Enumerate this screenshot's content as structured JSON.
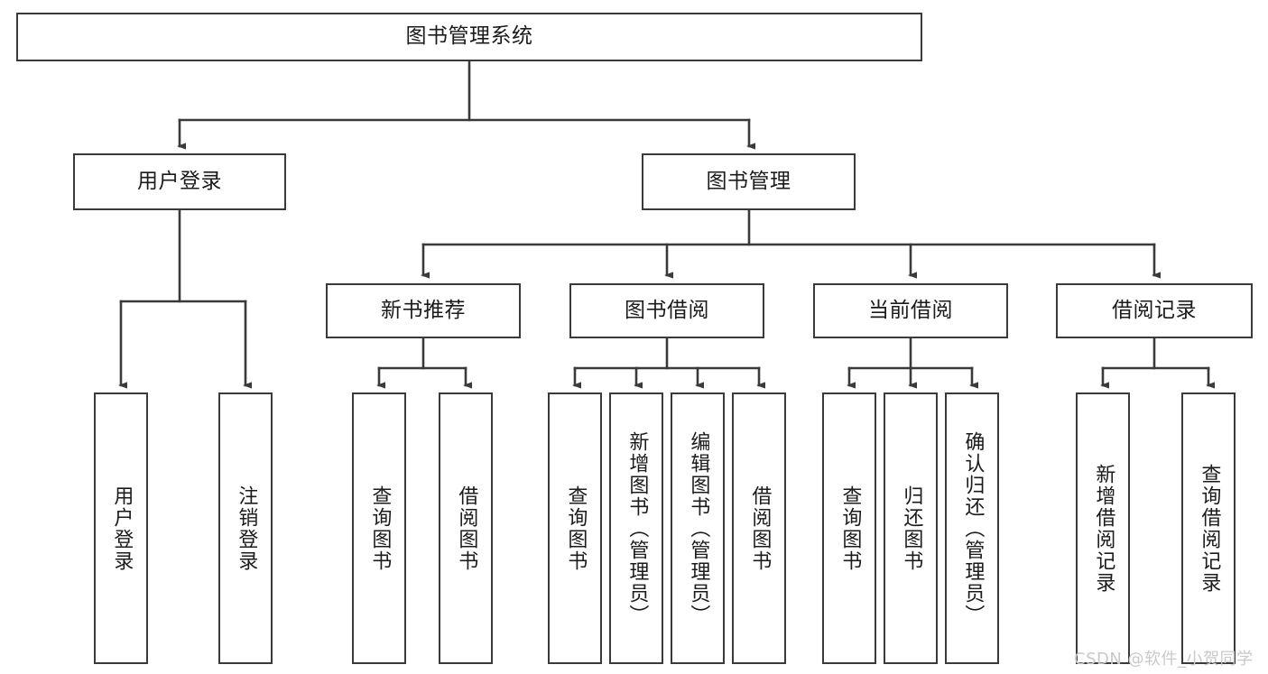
{
  "diagram": {
    "type": "hierarchy-tree",
    "title": "图书管理系统",
    "style": {
      "box_border_color": "#3a3a3a",
      "box_fill_color": "#ffffff",
      "connector_color": "#3a3a3a",
      "text_color": "#1b1b1b",
      "background_color": "#ffffff",
      "watermark_color": "#c9c9c9"
    },
    "levels": {
      "root": {
        "label": "图书管理系统"
      },
      "level2": [
        {
          "id": "user-login",
          "label": "用户登录"
        },
        {
          "id": "book-management",
          "label": "图书管理"
        }
      ],
      "level3": [
        {
          "id": "new-book-recommend",
          "label": "新书推荐",
          "parent": "book-management"
        },
        {
          "id": "book-borrow",
          "label": "图书借阅",
          "parent": "book-management"
        },
        {
          "id": "current-borrow",
          "label": "当前借阅",
          "parent": "book-management"
        },
        {
          "id": "borrow-record",
          "label": "借阅记录",
          "parent": "book-management"
        }
      ],
      "leaves": [
        {
          "id": "leaf-user-login",
          "label": "用户登录",
          "parent": "user-login"
        },
        {
          "id": "leaf-user-logout",
          "label": "注销登录",
          "parent": "user-login"
        },
        {
          "id": "leaf-query-book-1",
          "label": "查询图书",
          "parent": "new-book-recommend"
        },
        {
          "id": "leaf-borrow-book-1",
          "label": "借阅图书",
          "parent": "new-book-recommend"
        },
        {
          "id": "leaf-query-book-2",
          "label": "查询图书",
          "parent": "book-borrow"
        },
        {
          "id": "leaf-add-book",
          "label": "新增图书（管理员）",
          "parent": "book-borrow"
        },
        {
          "id": "leaf-edit-book",
          "label": "编辑图书（管理员）",
          "parent": "book-borrow"
        },
        {
          "id": "leaf-borrow-book-2",
          "label": "借阅图书",
          "parent": "book-borrow"
        },
        {
          "id": "leaf-query-book-3",
          "label": "查询图书",
          "parent": "current-borrow"
        },
        {
          "id": "leaf-return-book",
          "label": "归还图书",
          "parent": "current-borrow"
        },
        {
          "id": "leaf-confirm-return",
          "label": "确认归还（管理员）",
          "parent": "current-borrow"
        },
        {
          "id": "leaf-add-record",
          "label": "新增借阅记录",
          "parent": "borrow-record"
        },
        {
          "id": "leaf-query-record",
          "label": "查询借阅记录",
          "parent": "borrow-record"
        }
      ]
    }
  },
  "watermark": {
    "text": "CSDN @软件_小贺同学"
  }
}
